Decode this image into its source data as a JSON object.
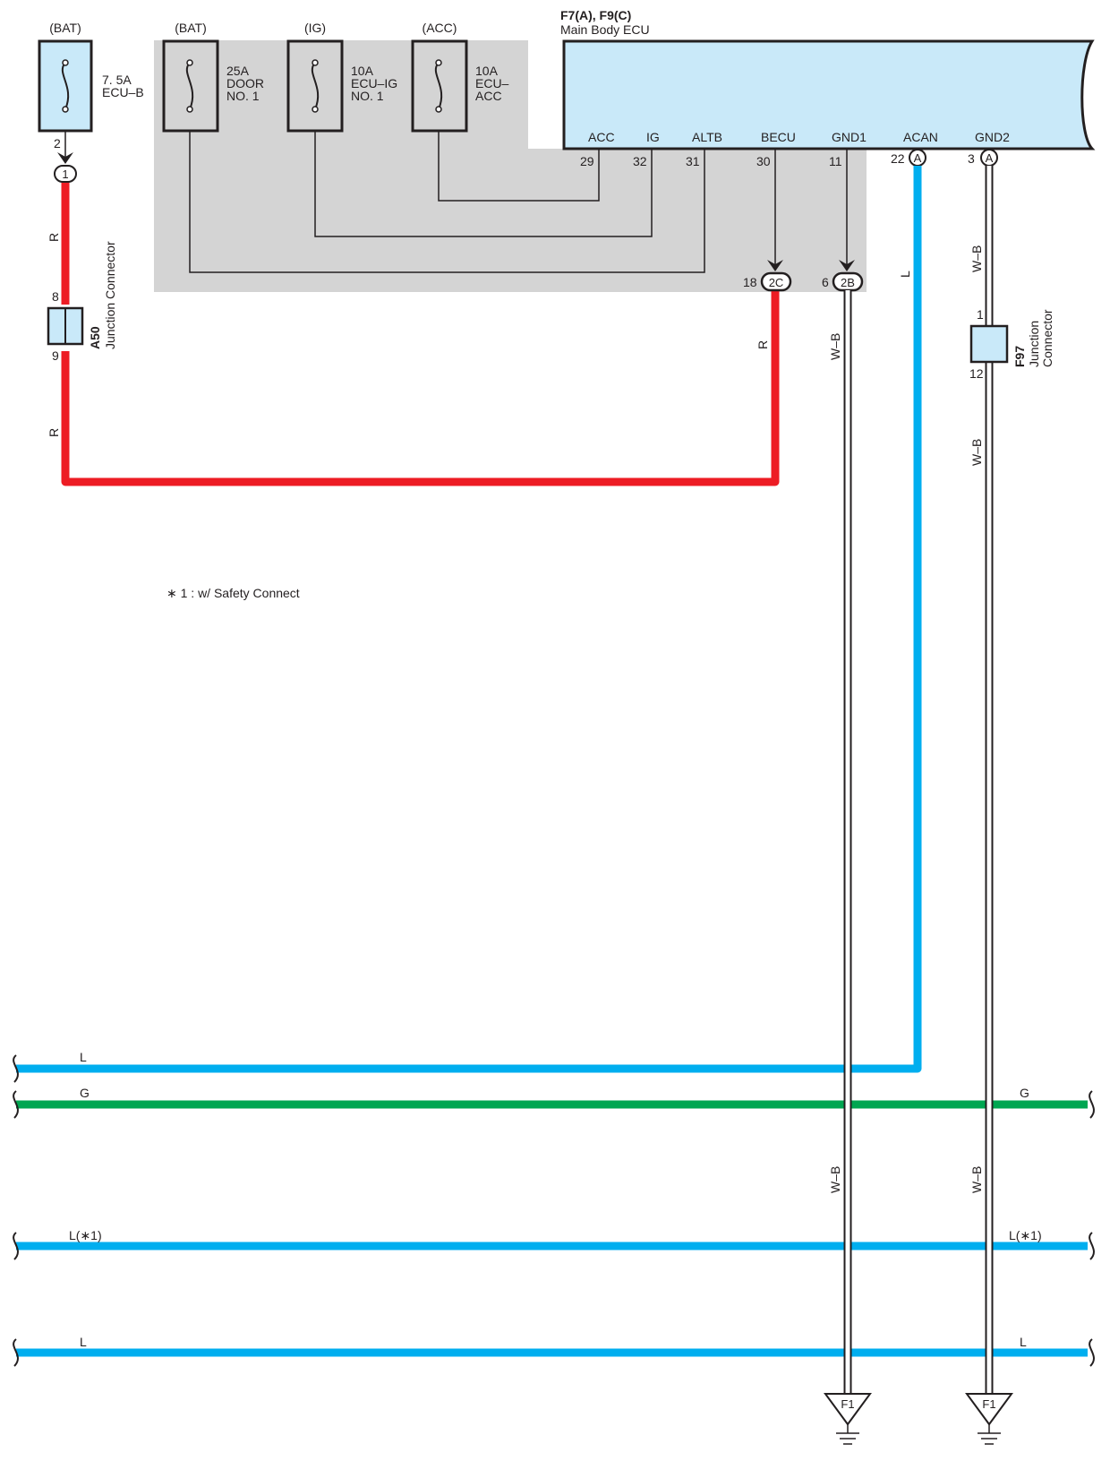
{
  "ecu": {
    "header_code": "F7(A), F9(C)",
    "header_name": "Main Body ECU",
    "pins": [
      {
        "name": "ACC",
        "num": "29"
      },
      {
        "name": "IG",
        "num": "32"
      },
      {
        "name": "ALTB",
        "num": "31"
      },
      {
        "name": "BECU",
        "num": "30"
      },
      {
        "name": "GND1",
        "num": "11"
      },
      {
        "name": "ACAN",
        "num": "22"
      },
      {
        "name": "GND2",
        "num": "3"
      }
    ],
    "connector_tag_acan": "A",
    "connector_tag_gnd2": "A"
  },
  "fuses": [
    {
      "source": "(BAT)",
      "rating": "7. 5A",
      "name1": "ECU–B",
      "name2": "",
      "pin": "2"
    },
    {
      "source": "(BAT)",
      "rating": "25A",
      "name1": "DOOR",
      "name2": "NO. 1",
      "pin": ""
    },
    {
      "source": "(IG)",
      "rating": "10A",
      "name1": "ECU–IG",
      "name2": "NO. 1",
      "pin": ""
    },
    {
      "source": "(ACC)",
      "rating": "10A",
      "name1": "ECU–",
      "name2": "ACC",
      "pin": ""
    }
  ],
  "connectors": {
    "c1": {
      "tag": "1"
    },
    "c2c": {
      "tag": "2C",
      "pin": "18"
    },
    "c2b": {
      "tag": "2B",
      "pin": "6"
    },
    "a50": {
      "code": "A50",
      "name": "Junction Connector",
      "pin_in": "8",
      "pin_out": "9"
    },
    "f97": {
      "code": "F97",
      "name1": "Junction",
      "name2": "Connector",
      "pin_in": "1",
      "pin_out": "12"
    }
  },
  "wire_colors": {
    "r": "R",
    "l": "L",
    "wb": "W–B",
    "g": "G",
    "l_note": "L(∗1)"
  },
  "grounds": {
    "g1": "F1",
    "g2": "F1"
  },
  "note": "∗ 1 : w/ Safety Connect",
  "colors": {
    "red": "#ed1c24",
    "blue": "#00aeef",
    "green": "#00a651",
    "ecu_fill": "#c9e9f9",
    "shade": "#d4d4d4"
  }
}
